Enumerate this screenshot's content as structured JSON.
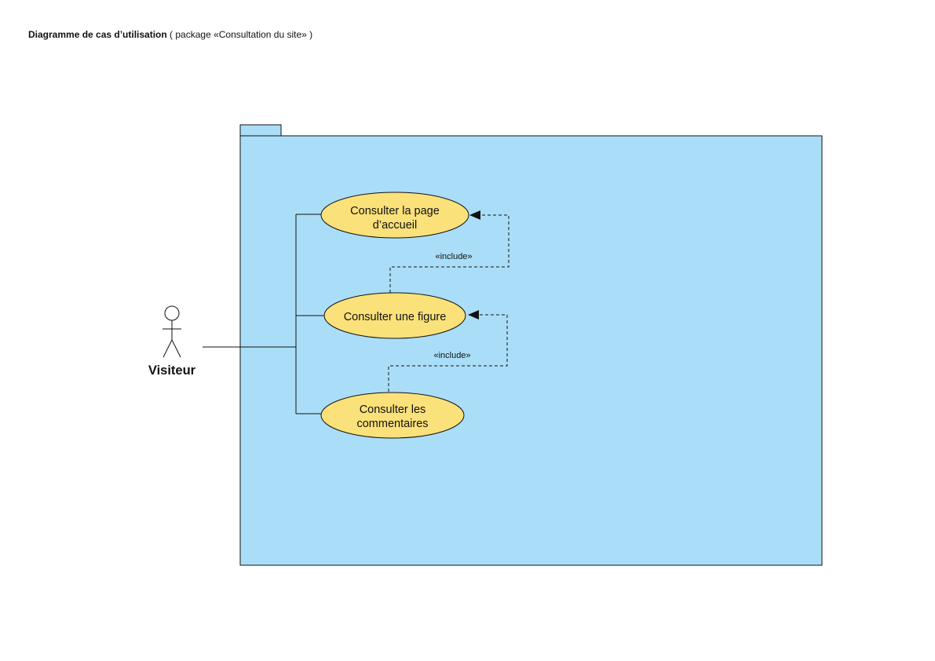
{
  "header": {
    "title_bold": "Diagramme de cas d’utilisation",
    "title_rest": " ( package  «Consultation du site» )"
  },
  "actor": {
    "name": "Visiteur"
  },
  "use_cases": [
    {
      "lines": [
        "Consulter la page",
        "d’accueil"
      ]
    },
    {
      "lines": [
        "Consulter une figure"
      ]
    },
    {
      "lines": [
        "Consulter les",
        "commentaires"
      ]
    }
  ],
  "relations": [
    {
      "label": "«include»"
    },
    {
      "label": "«include»"
    }
  ],
  "colors": {
    "package_fill": "#aadef8",
    "use_case_fill": "#fbe17a",
    "stroke": "#111111"
  }
}
